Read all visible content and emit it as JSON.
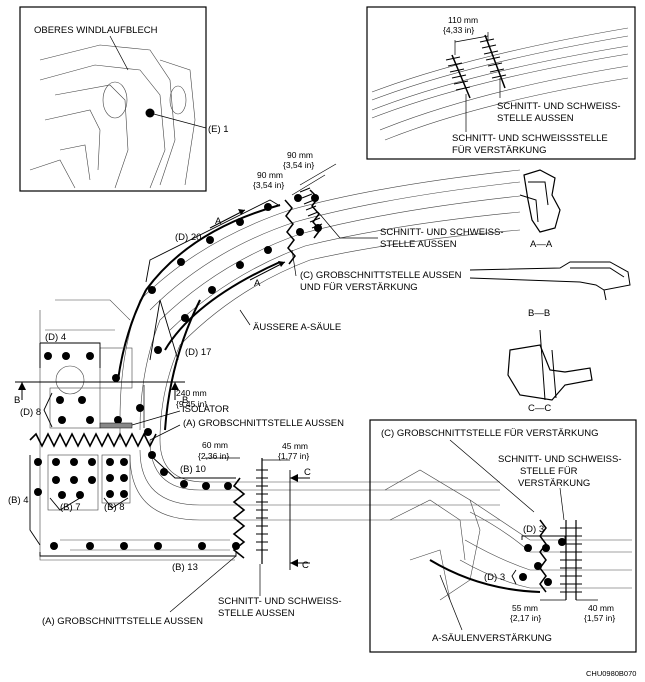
{
  "inset_top_left": {
    "label": "OBERES WINDLAUFBLECH",
    "callout": "(E) 1"
  },
  "inset_top_right": {
    "dim_mm": "110 mm",
    "dim_in": "{4,33 in}",
    "note1_line1": "SCHNITT- UND SCHWEISS-",
    "note1_line2": "STELLE AUSSEN",
    "note2_line1": "SCHNITT- UND SCHWEISSSTELLE",
    "note2_line2": "FÜR VERSTÄRKUNG"
  },
  "main": {
    "dim_a_mm": "90 mm",
    "dim_a_in": "{3,54 in}",
    "dim_b_mm": "90 mm",
    "dim_b_in": "{3,54 in}",
    "d20": "(D) 20",
    "d17": "(D) 17",
    "d4": "(D) 4",
    "d8": "(D) 8",
    "b10": "(B) 10",
    "b4": "(B) 4",
    "b7": "(B) 7",
    "b8": "(B) 8",
    "b13": "(B) 13",
    "sec_a": "A",
    "sec_b": "B",
    "sec_c": "C",
    "weld_outer_line1": "SCHNITT- UND SCHWEISS-",
    "weld_outer_line2": "STELLE AUSSEN",
    "rough_cut_line1": "(C) GROBSCHNITTSTELLE AUSSEN",
    "rough_cut_line2": "UND FÜR VERSTÄRKUNG",
    "outer_a_pillar": "ÄUSSERE A-SÄULE",
    "dim_240_mm": "240 mm",
    "dim_240_in": "{9,45 in}",
    "isolator": "ISOLATOR",
    "rough_a_outer": "(A) GROBSCHNITTSTELLE AUSSEN",
    "dim_60_mm": "60 mm",
    "dim_60_in": "{2,36 in}",
    "dim_45_mm": "45 mm",
    "dim_45_in": "{1,77 in}",
    "bottom_weld_line1": "SCHNITT- UND SCHWEISS-",
    "bottom_weld_line2": "STELLE AUSSEN",
    "bottom_rough": "(A) GROBSCHNITTSTELLE AUSSEN"
  },
  "sections": {
    "aa": "A—A",
    "bb": "B—B",
    "cc": "C—C"
  },
  "inset_bottom_right": {
    "title": "(C) GROBSCHNITTSTELLE FÜR VERSTÄRKUNG",
    "weld_line1": "SCHNITT- UND SCHWEISS-",
    "weld_line2": "STELLE FÜR",
    "weld_line3": "VERSTÄRKUNG",
    "d3a": "(D) 3",
    "d3b": "(D) 3",
    "dim_55_mm": "55 mm",
    "dim_55_in": "{2,17 in}",
    "dim_40_mm": "40 mm",
    "dim_40_in": "{1,57 in}",
    "reinforcement": "A-SÄULENVERSTÄRKUNG"
  },
  "figure_code": "CHU0980B070"
}
